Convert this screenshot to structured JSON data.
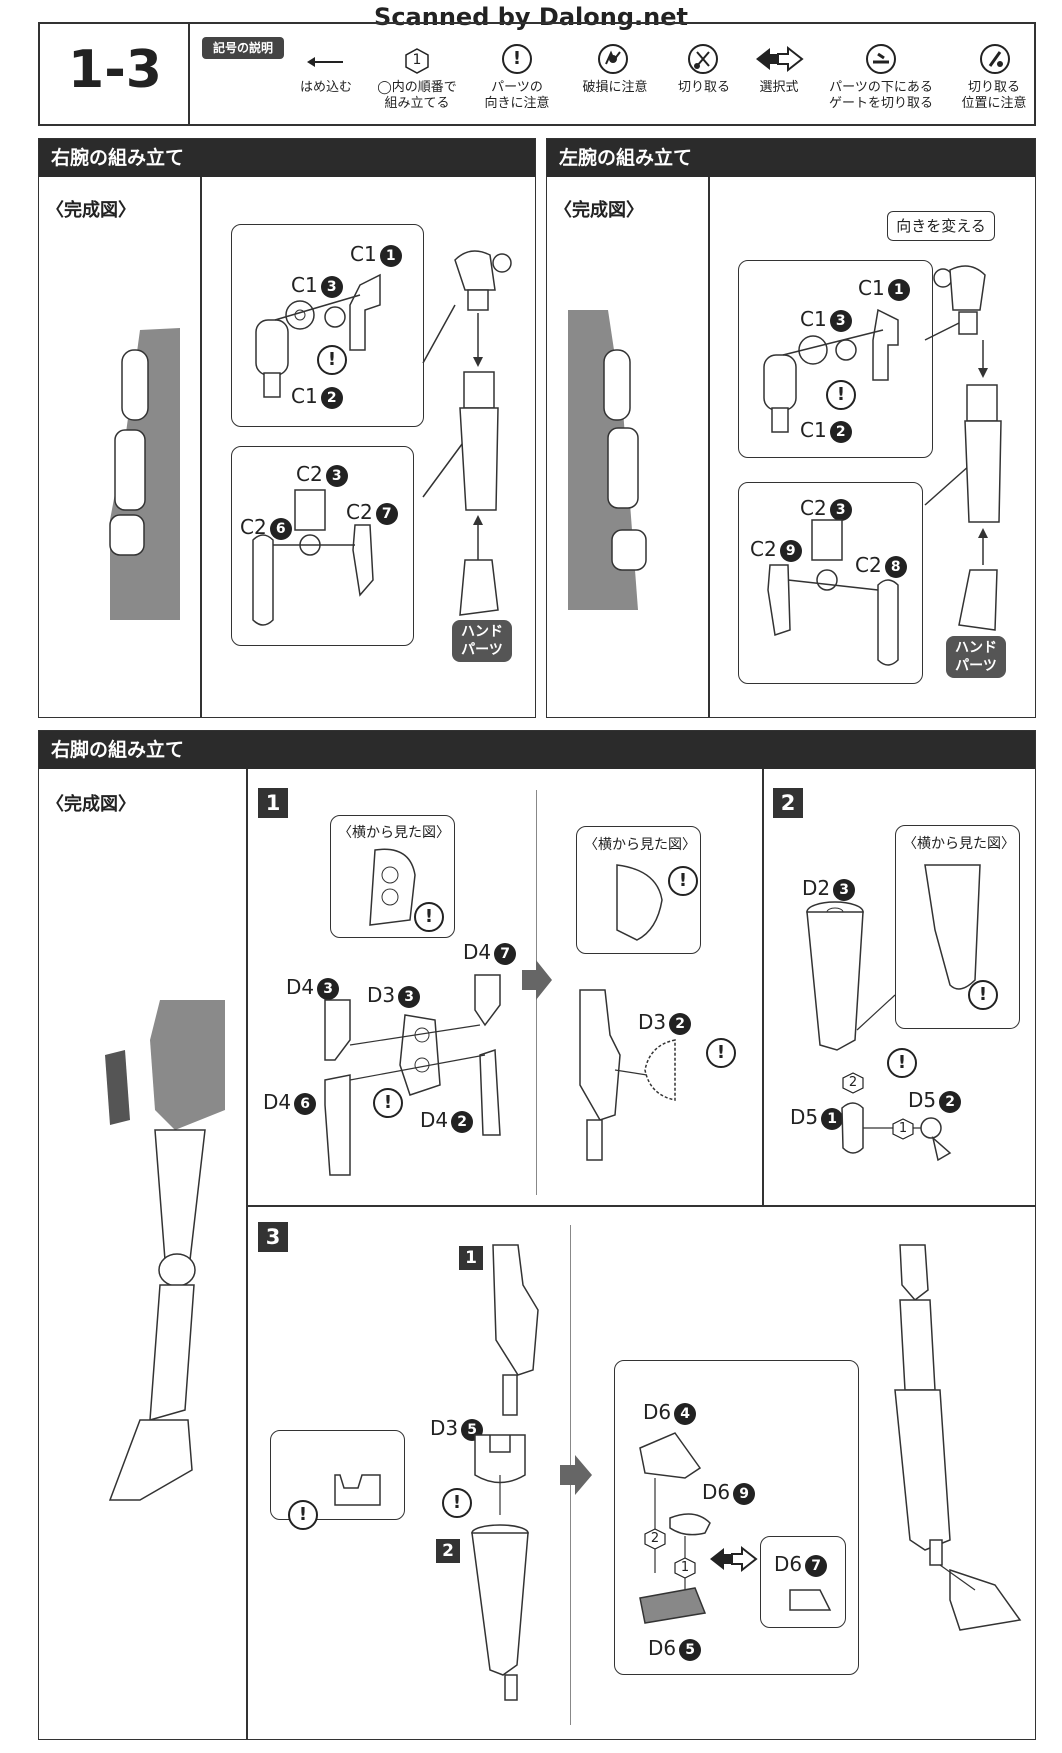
{
  "watermark": "Scanned by Dalong.net",
  "header": {
    "step_number": "1-3",
    "legend_title": "記号の説明",
    "legend": [
      {
        "icon": "arrow-left-icon",
        "label": "はめ込む"
      },
      {
        "icon": "circled-one-icon",
        "glyph": "1",
        "label": "◯内の順番で\n組み立てる"
      },
      {
        "icon": "caution-icon",
        "glyph": "!",
        "label": "パーツの\n向きに注意"
      },
      {
        "icon": "breakage-icon",
        "label": "破損に注意"
      },
      {
        "icon": "cut-icon",
        "label": "切り取る"
      },
      {
        "icon": "double-arrow-icon",
        "label": "選択式"
      },
      {
        "icon": "gate-cut-icon",
        "label": "パーツの下にある\nゲートを切り取る"
      },
      {
        "icon": "cut-position-icon",
        "label": "切り取る\n位置に注意"
      }
    ]
  },
  "right_arm": {
    "title": "右腕の組み立て",
    "completed": "〈完成図〉",
    "parts": {
      "c1_1": "C1",
      "c1_3": "C1",
      "c1_2": "C1",
      "c2_3": "C2",
      "c2_6": "C2",
      "c2_7": "C2"
    },
    "nums": {
      "c1_1": "1",
      "c1_3": "3",
      "c1_2": "2",
      "c2_3": "3",
      "c2_6": "6",
      "c2_7": "7"
    },
    "hand_parts": "ハンド\nパーツ"
  },
  "left_arm": {
    "title": "左腕の組み立て",
    "completed": "〈完成図〉",
    "change_direction": "向きを変える",
    "parts": {
      "c1_1": "C1",
      "c1_3": "C1",
      "c1_2": "C1",
      "c2_3": "C2",
      "c2_9": "C2",
      "c2_8": "C2"
    },
    "nums": {
      "c1_1": "1",
      "c1_3": "3",
      "c1_2": "2",
      "c2_3": "3",
      "c2_9": "9",
      "c2_8": "8"
    },
    "hand_parts": "ハンド\nパーツ"
  },
  "right_leg": {
    "title": "右脚の組み立て",
    "completed": "〈完成図〉",
    "side_view": "〈横から見た図〉",
    "steps": [
      "1",
      "2",
      "3"
    ],
    "step1_parts": {
      "d4_3": "D4",
      "d3_3": "D3",
      "d4_7": "D4",
      "d4_6": "D4",
      "d4_2": "D4",
      "d3_2": "D3"
    },
    "step1_nums": {
      "d4_3": "3",
      "d3_3": "3",
      "d4_7": "7",
      "d4_6": "6",
      "d4_2": "2",
      "d3_2": "2"
    },
    "step2_parts": {
      "d2_3": "D2",
      "d5_1": "D5",
      "d5_2": "D5"
    },
    "step2_nums": {
      "d2_3": "3",
      "d5_1": "1",
      "d5_2": "2"
    },
    "step3_parts": {
      "d3_5": "D3",
      "d6_4": "D6",
      "d6_9": "D6",
      "d6_7": "D6",
      "d6_5": "D6"
    },
    "step3_nums": {
      "d3_5": "5",
      "d6_4": "4",
      "d6_9": "9",
      "d6_7": "7",
      "d6_5": "5"
    },
    "order": [
      "1",
      "2"
    ]
  }
}
